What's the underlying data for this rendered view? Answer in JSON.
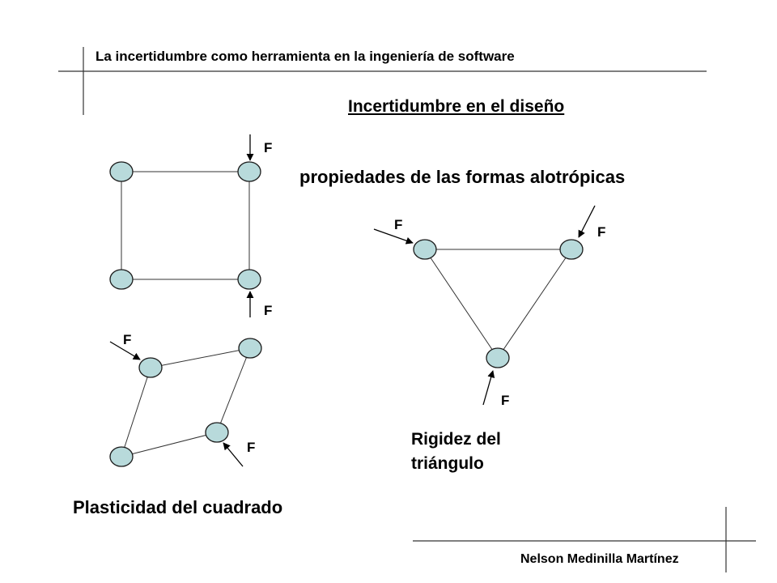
{
  "header": {
    "title": "La incertidumbre como herramienta en la ingeniería de software"
  },
  "slide": {
    "title": "Incertidumbre en el diseño",
    "subtitle": "propiedades de las formas alotrópicas"
  },
  "diagram": {
    "force_label": "F",
    "square_label": "Plasticidad del cuadrado",
    "triangle_label_line1": "Rigidez del",
    "triangle_label_line2": "triángulo"
  },
  "footer": {
    "author": "Nelson Medinilla Martínez"
  },
  "colors": {
    "node_fill": "#b8dadb",
    "line": "#333333"
  }
}
